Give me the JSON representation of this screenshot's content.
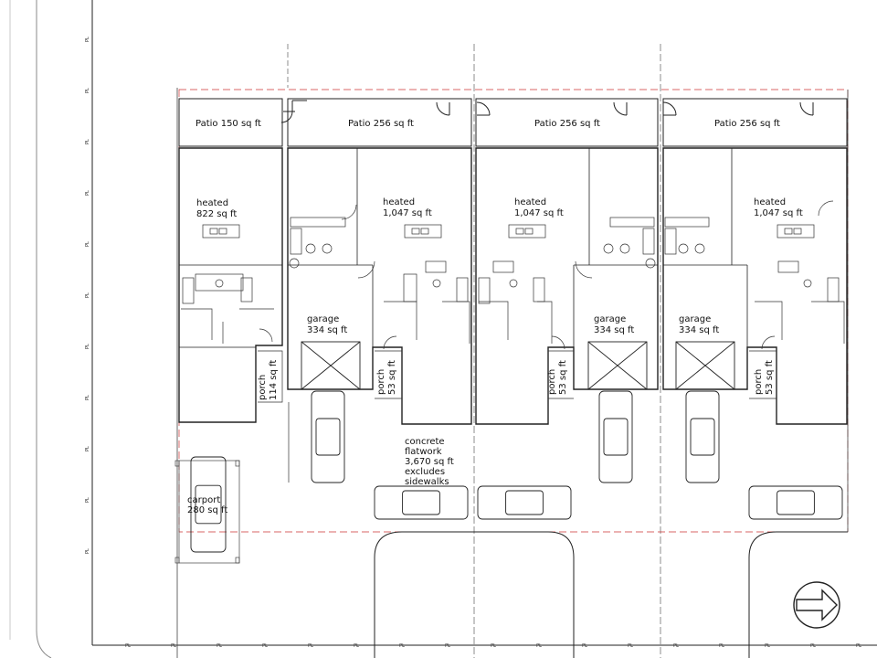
{
  "plan": {
    "property_line_marker": "PL",
    "labels": {
      "patio_1": "Patio 150 sq ft",
      "patio_2": "Patio 256 sq ft",
      "patio_3": "Patio 256 sq ft",
      "patio_4": "Patio 256 sq ft",
      "heated_1": [
        "heated",
        "822 sq ft"
      ],
      "heated_2": [
        "heated",
        "1,047 sq ft"
      ],
      "heated_3": [
        "heated",
        "1,047 sq ft"
      ],
      "heated_4": [
        "heated",
        "1,047 sq ft"
      ],
      "garage_1": [
        "garage",
        "334 sq ft"
      ],
      "garage_2": [
        "garage",
        "334 sq ft"
      ],
      "garage_3": [
        "garage",
        "334 sq ft"
      ],
      "porch_1": [
        "porch",
        "114 sq ft"
      ],
      "porch_2": [
        "porch",
        "53 sq ft"
      ],
      "porch_3": [
        "porch",
        "53 sq ft"
      ],
      "porch_4": [
        "porch",
        "53 sq ft"
      ],
      "carport": [
        "carport",
        "280 sq ft"
      ],
      "concrete": [
        "concrete",
        "flatwork",
        "3,670 sq ft",
        "excludes",
        "sidewalks"
      ]
    },
    "north_arrow": "arrow-right-icon"
  }
}
